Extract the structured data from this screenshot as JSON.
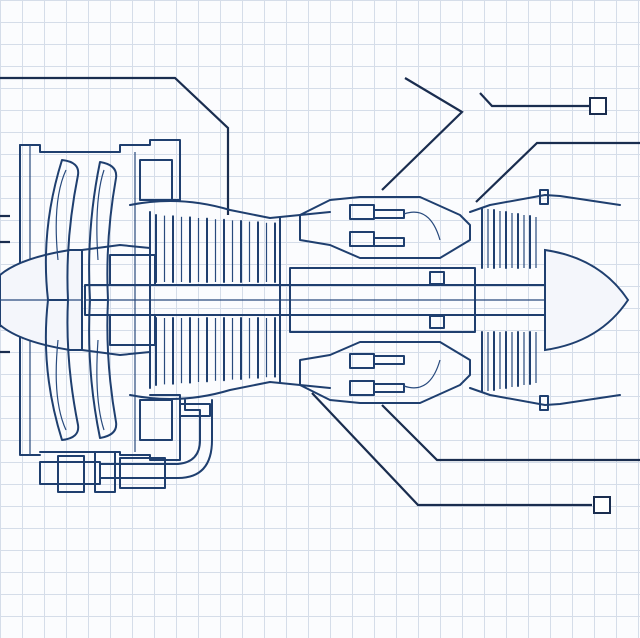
{
  "diagram": {
    "style": "blueprint-sketch",
    "background": "grid-paper",
    "colors": {
      "line": "#1f3f6f",
      "grid": "#c9d3e3",
      "paper": "#fbfcfe"
    },
    "label_boxes": [
      {
        "name": "top-right-label-box",
        "text": ""
      },
      {
        "name": "bottom-right-label-box",
        "text": ""
      }
    ]
  }
}
